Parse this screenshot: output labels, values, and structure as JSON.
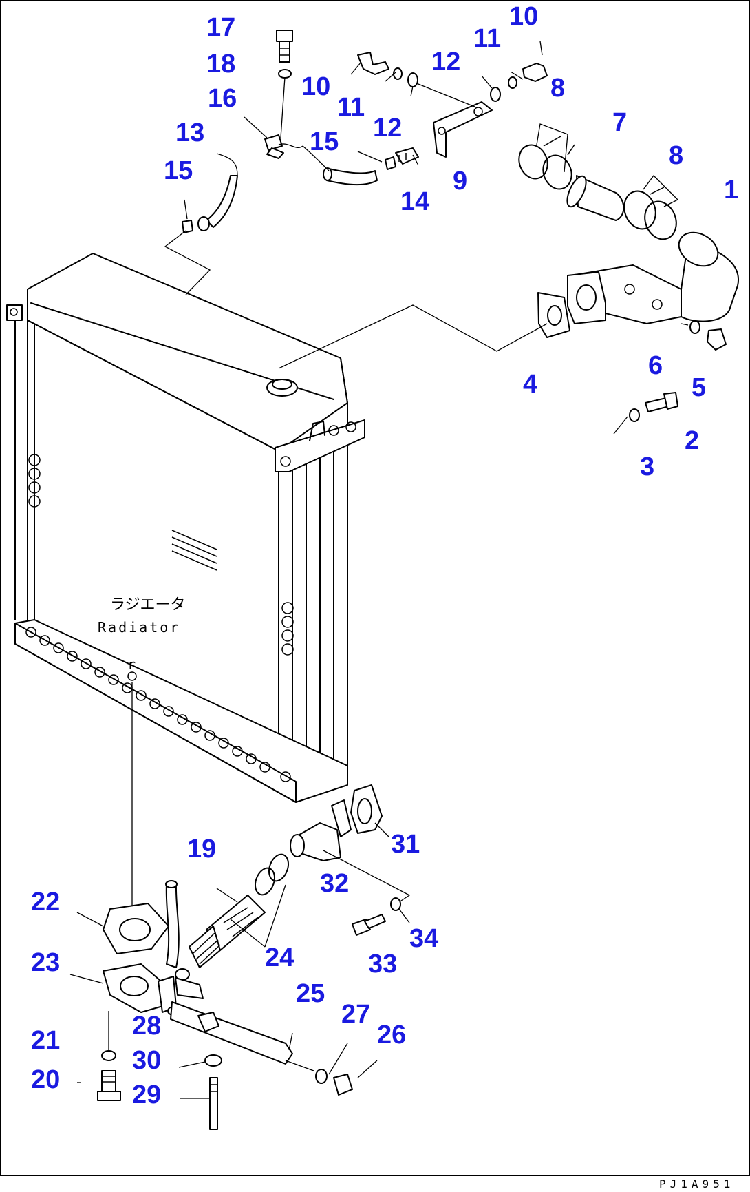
{
  "diagram": {
    "figure_code": "PJ1A951",
    "radiator_label_jp": "ラジエータ",
    "radiator_label_en": "Radiator",
    "callouts": [
      {
        "id": "c1",
        "text": "1"
      },
      {
        "id": "c2",
        "text": "2"
      },
      {
        "id": "c3",
        "text": "3"
      },
      {
        "id": "c4",
        "text": "4"
      },
      {
        "id": "c5",
        "text": "5"
      },
      {
        "id": "c6",
        "text": "6"
      },
      {
        "id": "c7",
        "text": "7"
      },
      {
        "id": "c8a",
        "text": "8"
      },
      {
        "id": "c8b",
        "text": "8"
      },
      {
        "id": "c9",
        "text": "9"
      },
      {
        "id": "c10a",
        "text": "10"
      },
      {
        "id": "c10b",
        "text": "10"
      },
      {
        "id": "c11a",
        "text": "11"
      },
      {
        "id": "c11b",
        "text": "11"
      },
      {
        "id": "c12a",
        "text": "12"
      },
      {
        "id": "c12b",
        "text": "12"
      },
      {
        "id": "c13",
        "text": "13"
      },
      {
        "id": "c14",
        "text": "14"
      },
      {
        "id": "c15a",
        "text": "15"
      },
      {
        "id": "c15b",
        "text": "15"
      },
      {
        "id": "c16",
        "text": "16"
      },
      {
        "id": "c17",
        "text": "17"
      },
      {
        "id": "c18",
        "text": "18"
      },
      {
        "id": "c19",
        "text": "19"
      },
      {
        "id": "c20",
        "text": "20"
      },
      {
        "id": "c21",
        "text": "21"
      },
      {
        "id": "c22",
        "text": "22"
      },
      {
        "id": "c23",
        "text": "23"
      },
      {
        "id": "c24",
        "text": "24"
      },
      {
        "id": "c25",
        "text": "25"
      },
      {
        "id": "c26",
        "text": "26"
      },
      {
        "id": "c27",
        "text": "27"
      },
      {
        "id": "c28",
        "text": "28"
      },
      {
        "id": "c29",
        "text": "29"
      },
      {
        "id": "c30",
        "text": "30"
      },
      {
        "id": "c31",
        "text": "31"
      },
      {
        "id": "c32",
        "text": "32"
      },
      {
        "id": "c33",
        "text": "33"
      },
      {
        "id": "c34",
        "text": "34"
      }
    ]
  }
}
